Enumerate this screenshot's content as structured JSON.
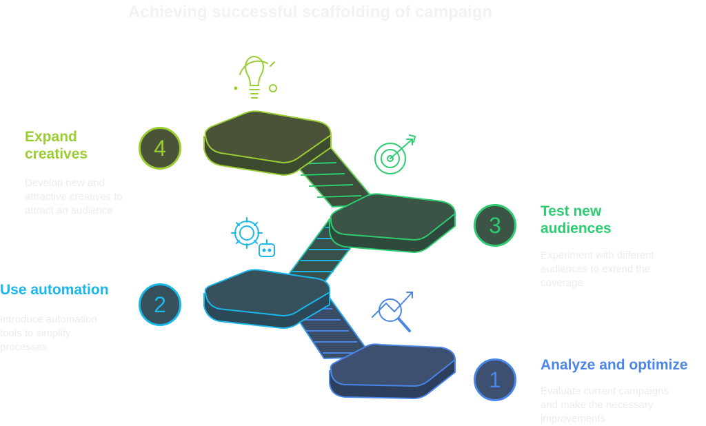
{
  "title": "Achieving successful scaffolding of campaign",
  "colors": {
    "step1": "#4a86e8",
    "step2": "#1ab7ea",
    "step3": "#2ecc71",
    "step4": "#9acd32"
  },
  "steps": [
    {
      "number": "1",
      "title": "Analyze and optimize",
      "description": "Evaluate current campaigns and make the necessary improvements",
      "icon": "chart-search-icon"
    },
    {
      "number": "2",
      "title": "Use automation",
      "description": "Introduce automation tools to simplify processes",
      "icon": "gear-robot-icon"
    },
    {
      "number": "3",
      "title": "Test new audiences",
      "description": "Experiment with different audiences to extend the coverage",
      "icon": "target-arrow-icon"
    },
    {
      "number": "4",
      "title": "Expand creatives",
      "description": "Develop new and attractive creatives to attract an audience",
      "icon": "lightbulb-icon"
    }
  ]
}
